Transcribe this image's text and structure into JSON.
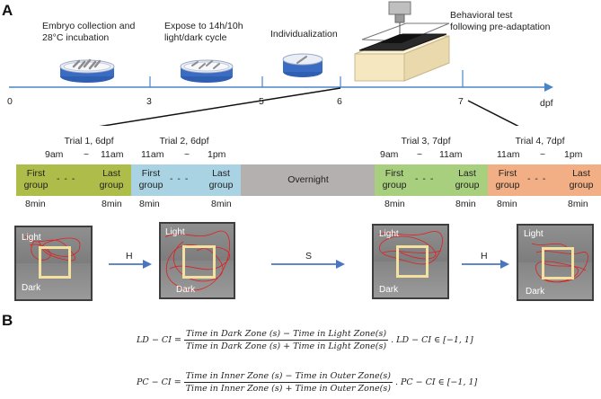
{
  "panel_a": "A",
  "panel_b": "B",
  "steps": {
    "embryo": "Embryo collection and\n28°C incubation",
    "expose": "Expose to 14h/10h\nlight/dark cycle",
    "individual": "Individualization",
    "behavior": "Behavioral test\nfollowing pre-adaptation"
  },
  "timeline": {
    "ticks": [
      "0",
      "3",
      "5",
      "6",
      "7"
    ],
    "unit": "dpf"
  },
  "trials": [
    {
      "title": "Trial 1, 6dpf",
      "start": "9am",
      "tilde": "~",
      "end": "11am"
    },
    {
      "title": "Trial 2, 6dpf",
      "start": "11am",
      "tilde": "~",
      "end": "1pm"
    },
    {
      "title": "Trial 3, 7dpf",
      "start": "9am",
      "tilde": "~",
      "end": "11am"
    },
    {
      "title": "Trial 4, 7dpf",
      "start": "11am",
      "tilde": "~",
      "end": "1pm"
    }
  ],
  "bar": {
    "first": "First\ngroup",
    "last": "Last\ngroup",
    "dash": "- - -",
    "overnight": "Overnight",
    "duration": "8min",
    "colors": {
      "green": "#aebd4a",
      "blue": "#a9d3e3",
      "gray": "#b5b0b0",
      "lightgreen": "#a7cf7e",
      "orange": "#f2ae84"
    }
  },
  "photos": {
    "light": "Light",
    "dark": "Dark"
  },
  "arrows": [
    "H",
    "S",
    "H"
  ],
  "formulas": {
    "ld_lhs": "LD − CI =",
    "ld_num": "Time in Dark Zone (s) − Time in Light Zone(s)",
    "ld_den": "Time in Dark Zone (s) + Time in Light Zone(s)",
    "ld_range": ".   LD − CI ∈ [−1, 1]",
    "pc_lhs": "PC − CI =",
    "pc_num": "Time in Inner Zone (s) − Time in Outer Zone(s)",
    "pc_den": "Time in Inner Zone (s) + Time in Outer Zone(s)",
    "pc_range": ".   PC − CI ∈ [−1, 1]"
  }
}
